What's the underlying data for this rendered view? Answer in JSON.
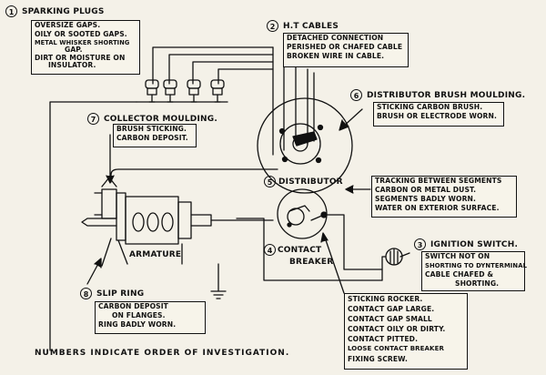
{
  "items": [
    {
      "number": "1",
      "title": "SPARKING PLUGS",
      "faults": [
        "OVERSIZE GAPS.",
        "OILY OR SOOTED GAPS.",
        "METAL WHISKER SHORTING",
        "GAP.",
        "DIRT OR MOISTURE ON",
        "INSULATOR."
      ]
    },
    {
      "number": "2",
      "title": "H.T CABLES",
      "faults": [
        "DETACHED CONNECTION",
        "PERISHED OR CHAFED CABLE",
        "BROKEN WIRE IN CABLE."
      ]
    },
    {
      "number": "3",
      "title": "IGNITION SWITCH.",
      "faults": [
        "SWITCH NOT ON",
        "SHORTING TO DYNTERMINAL",
        "CABLE CHAFED &",
        "SHORTING."
      ]
    },
    {
      "number": "4",
      "title": "CONTACT",
      "title2": "BREAKER",
      "faults": [
        "STICKING ROCKER.",
        "CONTACT GAP LARGE.",
        "CONTACT GAP SMALL",
        "CONTACT OILY OR DIRTY.",
        "CONTACT PITTED.",
        "LOOSE CONTACT BREAKER",
        "FIXING SCREW."
      ]
    },
    {
      "number": "5",
      "title": "DISTRIBUTOR",
      "faults": [
        "TRACKING BETWEEN SEGMENTS",
        "CARBON OR METAL DUST.",
        "SEGMENTS BADLY WORN.",
        "WATER ON EXTERIOR SURFACE."
      ]
    },
    {
      "number": "6",
      "title": "DISTRIBUTOR BRUSH MOULDING.",
      "faults": [
        "STICKING CARBON BRUSH.",
        "BRUSH OR ELECTRODE WORN."
      ]
    },
    {
      "number": "7",
      "title": "COLLECTOR MOULDING.",
      "faults": [
        "BRUSH STICKING.",
        "CARBON DEPOSIT."
      ]
    },
    {
      "number": "8",
      "title": "SLIP RING",
      "faults": [
        "CARBON DEPOSIT",
        "ON FLANGES.",
        "RING BADLY WORN."
      ]
    }
  ],
  "labels": {
    "armature": "ARMATURE"
  },
  "footer": "NUMBERS INDICATE ORDER OF INVESTIGATION."
}
